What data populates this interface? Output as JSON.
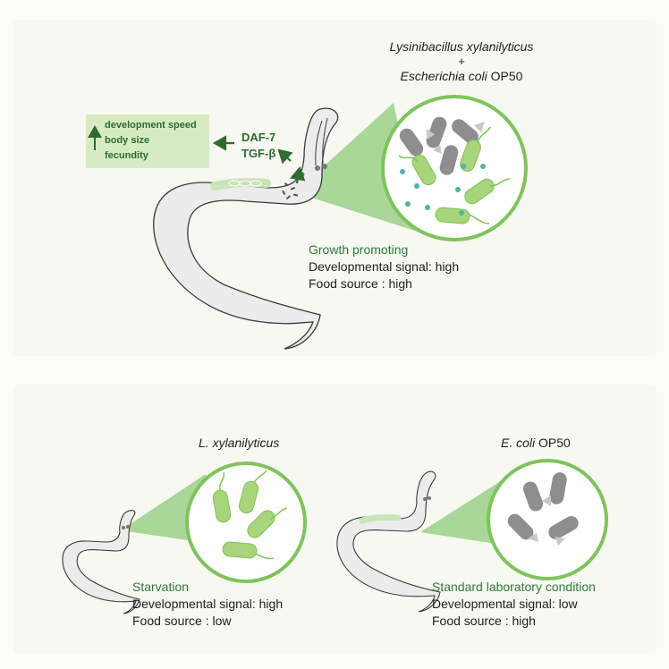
{
  "colors": {
    "accent_green": "#2d7a3c",
    "dark_green": "#2f6b31",
    "light_green": "#d7ebc2",
    "bacteria_green": "#a8d47a",
    "bacteria_gray": "#8e8e8e",
    "dot_teal": "#4db3a6"
  },
  "top": {
    "title_line1": "Lysinibacillus xylanilyticus",
    "title_plus": "+",
    "title_line2_italic": "Escherichia coli",
    "title_line2_rest": " OP50",
    "effects": [
      "development speed",
      "body size",
      "fecundity"
    ],
    "signal_line1": "DAF-7",
    "signal_line2": "TGF-β",
    "condition": "Growth promoting",
    "dev_signal": "Developmental signal: high",
    "food_source": "Food source : high"
  },
  "bottom_left": {
    "title": "L. xylanilyticus",
    "condition": "Starvation",
    "dev_signal": "Developmental signal: high",
    "food_source": "Food source : low"
  },
  "bottom_right": {
    "title_italic": "E. coli",
    "title_rest": " OP50",
    "condition": "Standard laboratory condition",
    "dev_signal": "Developmental signal: low",
    "food_source": "Food source : high"
  }
}
